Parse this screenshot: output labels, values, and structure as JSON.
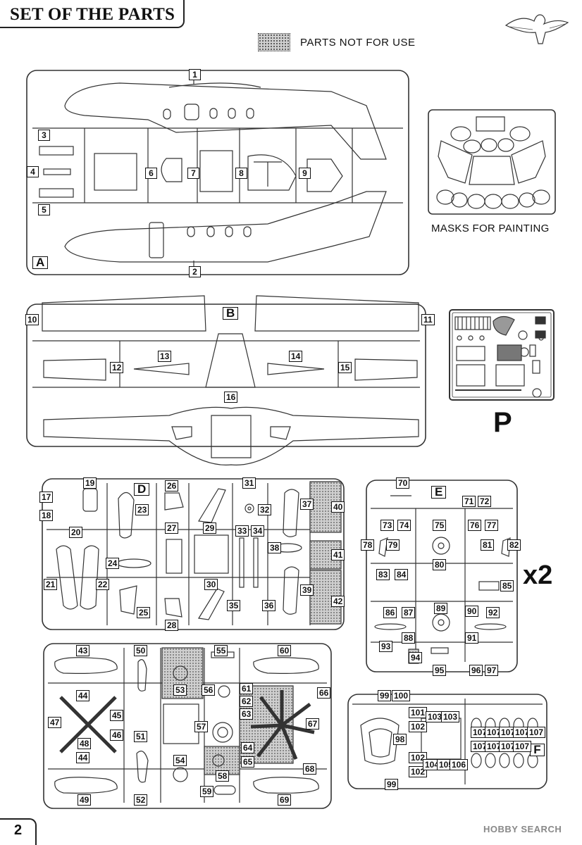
{
  "header": {
    "title": "SET OF THE PARTS"
  },
  "legend": {
    "label": "PARTS NOT FOR USE"
  },
  "masks": {
    "caption": "MASKS FOR PAINTING"
  },
  "photo_etch": {
    "letter": "P"
  },
  "sprue_letters": {
    "a": "A",
    "b": "B",
    "d": "D",
    "e": "E",
    "f": "F"
  },
  "multiplier": "x2",
  "page_number": "2",
  "watermark": "HOBBY SEARCH",
  "part_labels": {
    "p1": "1",
    "p2": "2",
    "p3": "3",
    "p4": "4",
    "p5": "5",
    "p6": "6",
    "p7": "7",
    "p8": "8",
    "p9": "9",
    "p10": "10",
    "p11": "11",
    "p12": "12",
    "p13": "13",
    "p14": "14",
    "p15": "15",
    "p16": "16",
    "p17": "17",
    "p18": "18",
    "p19": "19",
    "p20": "20",
    "p21": "21",
    "p22": "22",
    "p23": "23",
    "p24": "24",
    "p25": "25",
    "p26": "26",
    "p27": "27",
    "p28": "28",
    "p29": "29",
    "p30": "30",
    "p31": "31",
    "p32": "32",
    "p33": "33",
    "p34": "34",
    "p35": "35",
    "p36": "36",
    "p37": "37",
    "p38": "38",
    "p39": "39",
    "p40": "40",
    "p41": "41",
    "p42": "42",
    "p43": "43",
    "p44a": "44",
    "p44b": "44",
    "p45": "45",
    "p46": "46",
    "p47": "47",
    "p48": "48",
    "p49": "49",
    "p50": "50",
    "p51": "51",
    "p52": "52",
    "p53": "53",
    "p54": "54",
    "p55": "55",
    "p56": "56",
    "p57": "57",
    "p58": "58",
    "p59": "59",
    "p60": "60",
    "p61": "61",
    "p62": "62",
    "p63": "63",
    "p64": "64",
    "p65": "65",
    "p66": "66",
    "p67": "67",
    "p68": "68",
    "p69": "69",
    "p70": "70",
    "p71": "71",
    "p72": "72",
    "p73": "73",
    "p74": "74",
    "p75": "75",
    "p76": "76",
    "p77": "77",
    "p78": "78",
    "p79": "79",
    "p80": "80",
    "p81": "81",
    "p82": "82",
    "p83": "83",
    "p84": "84",
    "p85": "85",
    "p86": "86",
    "p87": "87",
    "p88": "88",
    "p89": "89",
    "p90": "90",
    "p91": "91",
    "p92": "92",
    "p93": "93",
    "p94": "94",
    "p95": "95",
    "p96": "96",
    "p97": "97",
    "p98": "98",
    "p99a": "99",
    "p99b": "99",
    "p100": "100",
    "p101": "101",
    "p102a": "102",
    "p102b": "102",
    "p102c": "102",
    "p103a": "103",
    "p103b": "103",
    "p104": "104",
    "p105": "105",
    "p106": "106",
    "p107": "107"
  }
}
